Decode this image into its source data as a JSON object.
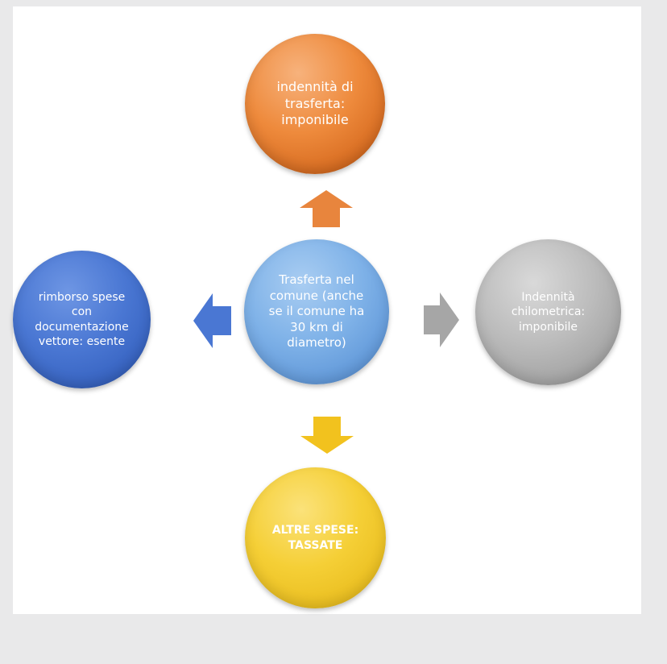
{
  "diagram": {
    "center": {
      "label": "Trasferta nel\ncomune (anche\nse il comune ha\n30 km di\ndiametro)",
      "color": "#7fb2e8"
    },
    "top": {
      "label": "indennità di\ntrasferta:\nimponibile",
      "color": "#ee8a3c"
    },
    "left": {
      "label": "rimborso spese\ncon\ndocumentazione\nvettore: esente",
      "color": "#4a77d3"
    },
    "right": {
      "label": "Indennità\nchilometrica:\nimponibile",
      "color": "#bcbcbc"
    },
    "bottom": {
      "label": "ALTRE SPESE:\nTASSATE",
      "color": "#f5cf36"
    }
  },
  "arrows": {
    "up": {
      "color": "#e8853d",
      "icon": "arrow-up-icon"
    },
    "left": {
      "color": "#4a77d3",
      "icon": "arrow-left-icon"
    },
    "right": {
      "color": "#a6a6a6",
      "icon": "arrow-right-icon"
    },
    "down": {
      "color": "#f2c21e",
      "icon": "arrow-down-icon"
    }
  }
}
